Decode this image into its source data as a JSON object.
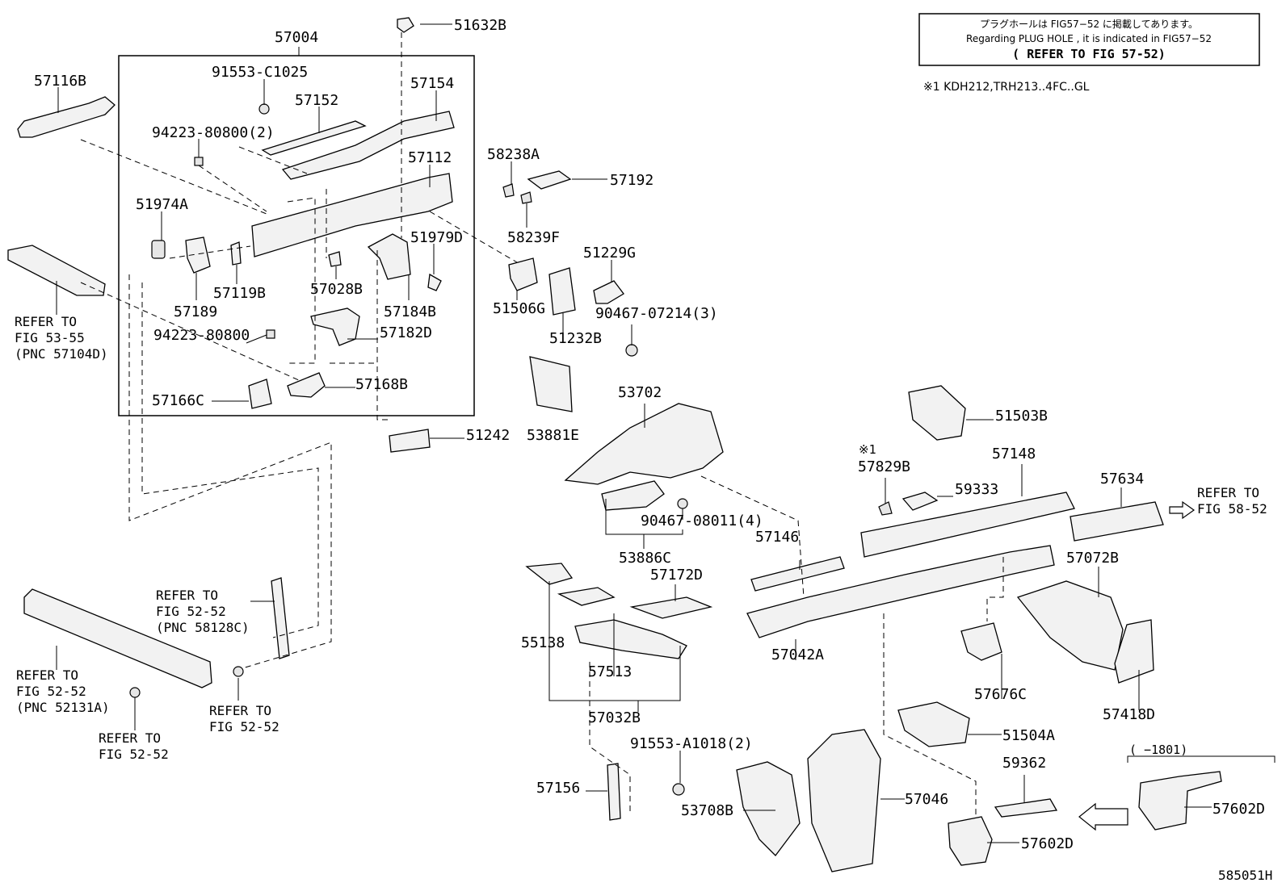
{
  "note": {
    "line1": "プラグホールは FIG57−52 に掲載してあります。",
    "line2": "Regarding PLUG HOLE , it is indicated in FIG57−52",
    "line3": "( REFER TO FIG 57-52)"
  },
  "footnote": "※1 KDH212,TRH213..4FC..GL",
  "diagram_id": "585051H",
  "labels": {
    "p57004": "57004",
    "p51632B": "51632B",
    "p57116B": "57116B",
    "p91553C1025": "91553-C1025",
    "p57154": "57154",
    "p57152": "57152",
    "p94223_80800_2": "94223-80800(2)",
    "p57112": "57112",
    "p58238A": "58238A",
    "p57192": "57192",
    "p51974A": "51974A",
    "p58239F": "58239F",
    "p51979D": "51979D",
    "p51229G": "51229G",
    "p57119B": "57119B",
    "p57028B": "57028B",
    "p57189": "57189",
    "p57184B": "57184B",
    "p51506G": "51506G",
    "p90467_07214_3": "90467-07214(3)",
    "p94223_80800": "94223-80800",
    "p57182D": "57182D",
    "p51232B": "51232B",
    "p57166C": "57166C",
    "p57168B": "57168B",
    "p53702": "53702",
    "p51503B": "51503B",
    "p51242": "51242",
    "p53881E": "53881E",
    "p57829B": "57829B",
    "p57148": "57148",
    "p59333": "59333",
    "p57634": "57634",
    "p90467_08011_4": "90467-08011(4)",
    "p57146": "57146",
    "p53886C": "53886C",
    "p57072B": "57072B",
    "p57172D": "57172D",
    "p55138": "55138",
    "p57513": "57513",
    "p57042A": "57042A",
    "p57676C": "57676C",
    "p57418D": "57418D",
    "p57032B": "57032B",
    "p51504A": "51504A",
    "p91553_A1018_2": "91553-A1018(2)",
    "p59362": "59362",
    "p57156": "57156",
    "p57046": "57046",
    "p53708B": "53708B",
    "p57602D_a": "57602D",
    "p57602D_b": "57602D",
    "range_1801": "( −1801)",
    "mark1": "※1"
  },
  "refs": {
    "r_53_55": [
      "REFER TO",
      "FIG 53-55",
      "(PNC 57104D)"
    ],
    "r_52_52_a": [
      "REFER TO",
      "FIG 52-52",
      "(PNC 58128C)"
    ],
    "r_52_52_b": [
      "REFER TO",
      "FIG 52-52",
      "(PNC 52131A)"
    ],
    "r_52_52_c": [
      "REFER TO",
      "FIG 52-52"
    ],
    "r_52_52_d": [
      "REFER TO",
      "FIG 52-52"
    ],
    "r_58_52": [
      "REFER TO",
      "FIG 58-52"
    ]
  }
}
